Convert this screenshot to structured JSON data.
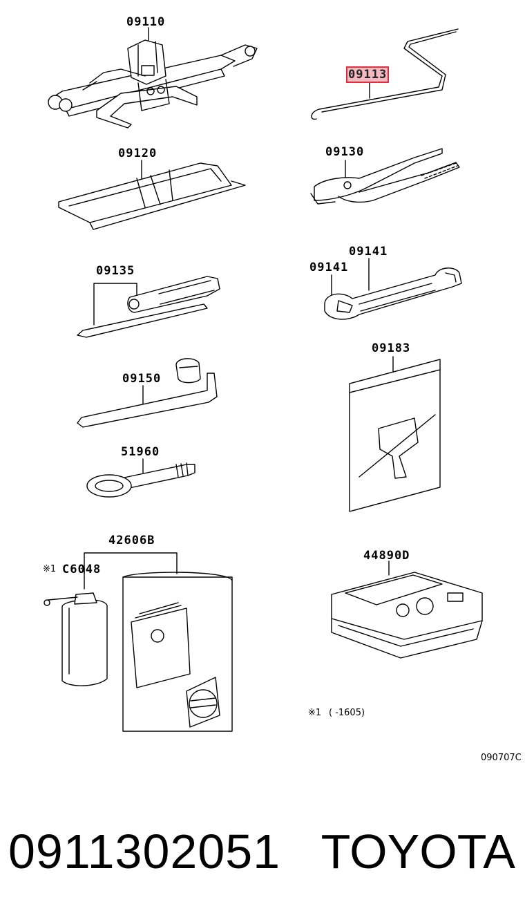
{
  "parts": {
    "p09110": "09110",
    "p09113": "09113",
    "p09120": "09120",
    "p09130": "09130",
    "p09135": "09135",
    "p09141a": "09141",
    "p09141b": "09141",
    "p09150": "09150",
    "p09183": "09183",
    "p51960": "51960",
    "p42606B": "42606B",
    "pC6048": "C6048",
    "p44890D": "44890D"
  },
  "note_mark": "※1",
  "footnote": {
    "mark": "※1",
    "text": "(      -1605)"
  },
  "diagram_code": "090707C",
  "footer": {
    "part_number": "0911302051",
    "brand": "TOYOTA"
  },
  "highlight_color": "#e0303d"
}
